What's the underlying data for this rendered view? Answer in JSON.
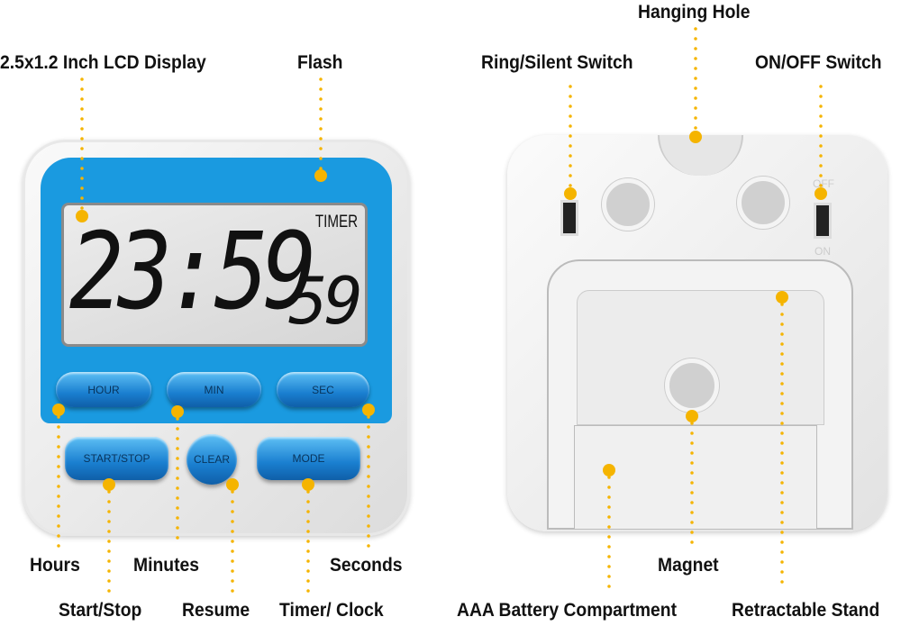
{
  "colors": {
    "accent": "#f5b400",
    "panel": "#1a9ae0",
    "lcd": "#e4e4e4"
  },
  "labels": {
    "lcd_display": "2.5x1.2 Inch LCD Display",
    "flash": "Flash",
    "hanging_hole": "Hanging Hole",
    "ring_silent": "Ring/Silent Switch",
    "on_off": "ON/OFF Switch",
    "hours": "Hours",
    "minutes": "Minutes",
    "seconds": "Seconds",
    "start_stop": "Start/Stop",
    "resume": "Resume",
    "timer_clock": "Timer/ Clock",
    "magnet": "Magnet",
    "battery": "AAA Battery Compartment",
    "stand": "Retractable Stand"
  },
  "display": {
    "mode": "TIMER",
    "main": "23:59",
    "small": "59"
  },
  "buttons": {
    "hour": "HOUR",
    "min": "MIN",
    "sec": "SEC",
    "start_stop": "START/STOP",
    "clear": "CLEAR",
    "mode": "MODE"
  },
  "switch": {
    "off": "OFF",
    "on": "ON"
  }
}
